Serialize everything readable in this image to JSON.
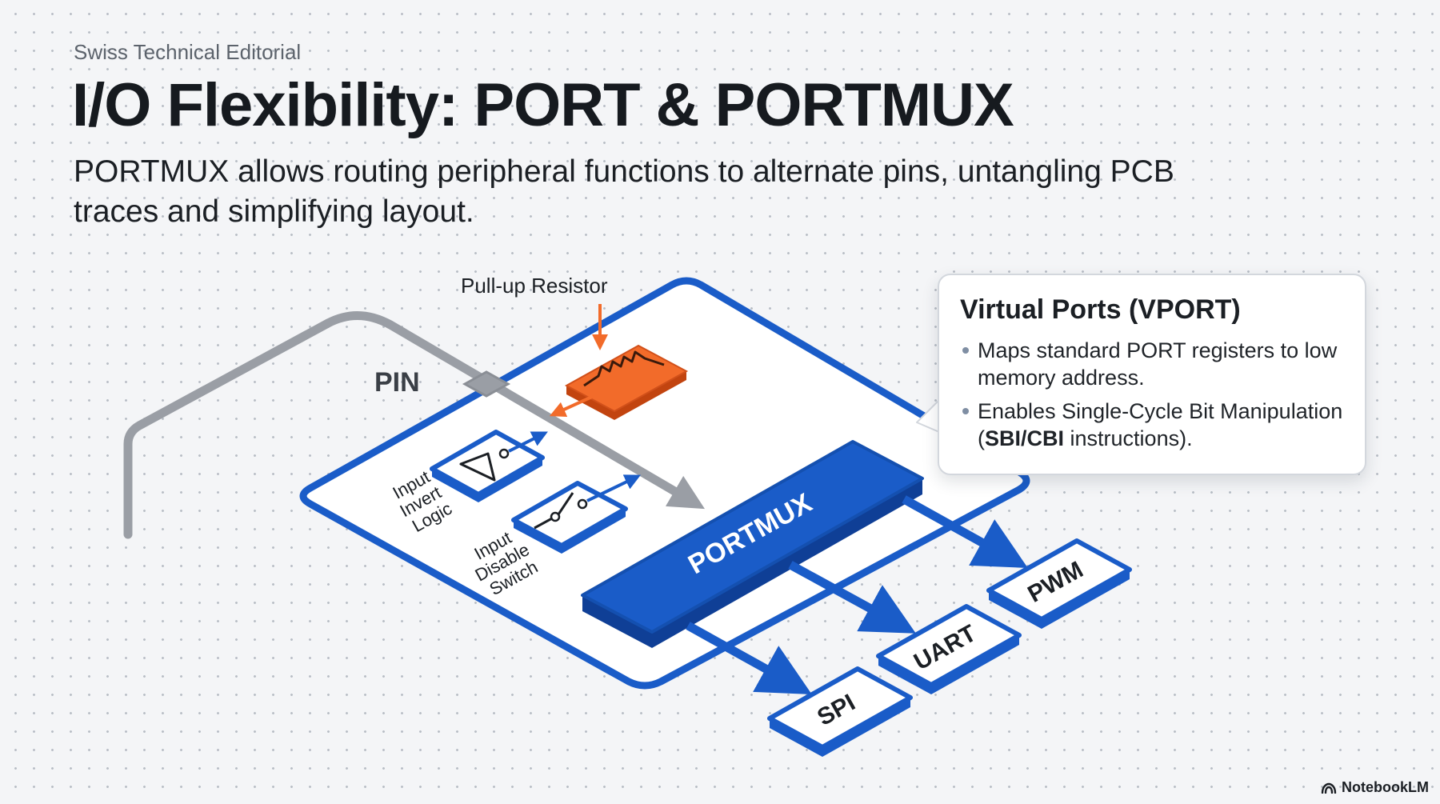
{
  "header": {
    "kicker": "Swiss Technical Editorial",
    "title": "I/O Flexibility: PORT & PORTMUX",
    "subtitle": "PORTMUX allows routing peripheral functions to alternate pins, untangling PCB traces and simplifying layout."
  },
  "diagram": {
    "pin_label": "PIN",
    "pullup_label": "Pull-up Resistor",
    "invert_label": [
      "Input",
      "Invert",
      "Logic"
    ],
    "disable_label": [
      "Input",
      "Disable",
      "Switch"
    ],
    "portmux_label": "PORTMUX",
    "outputs": [
      "SPI",
      "UART",
      "PWM"
    ]
  },
  "callout": {
    "title": "Virtual Ports (VPORT)",
    "bullets": [
      {
        "text": "Maps standard PORT registers to low memory address."
      },
      {
        "prefix": "Enables Single-Cycle Bit Manipulation (",
        "bold1": "SBI",
        "sep": "/",
        "bold2": "CBI",
        "suffix": " instructions)."
      }
    ]
  },
  "colors": {
    "blue": "#1a5cc8",
    "orange": "#f26b2a",
    "pin_trace": "#9a9ea5",
    "text": "#1b1f24"
  },
  "brand": {
    "name": "NotebookLM",
    "icon": "notebooklm-logo-icon"
  }
}
